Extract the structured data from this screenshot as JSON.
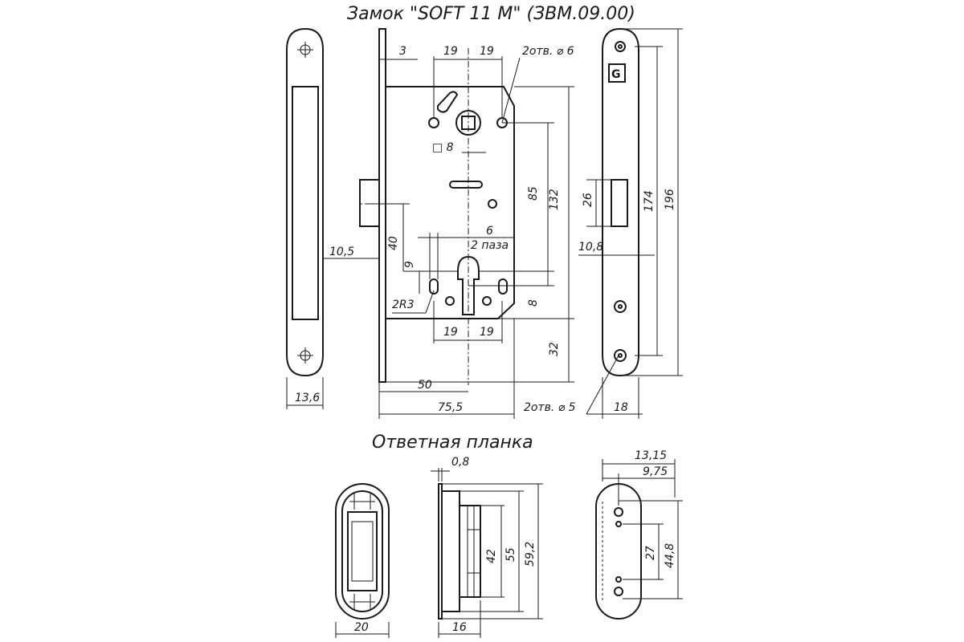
{
  "title": "Замок \"SOFT 11 M\" (ЗВМ.09.00)",
  "strike_title": "Ответная планка",
  "logo_letter": "G",
  "dims": {
    "d3": "3",
    "d19a": "19",
    "d19b": "19",
    "holes6": "2отв. ⌀ 6",
    "sq8": "□ 8",
    "d85": "85",
    "d132": "132",
    "d40": "40",
    "d6": "6",
    "slots": "2 паза",
    "d9": "9",
    "d10_5": "10,5",
    "r3": "2R3",
    "d8": "8",
    "d19c": "19",
    "d19d": "19",
    "d32": "32",
    "d50": "50",
    "d75_5": "75,5",
    "holes5": "2отв. ⌀ 5",
    "d13_6": "13,6",
    "d26": "26",
    "d10_8": "10,8",
    "d174": "174",
    "d196": "196",
    "d18": "18",
    "s0_8": "0,8",
    "s13_15": "13,15",
    "s9_75": "9,75",
    "s42": "42",
    "s55": "55",
    "s59_2": "59,2",
    "s27": "27",
    "s44_8": "44,8",
    "s20": "20",
    "s16": "16"
  }
}
